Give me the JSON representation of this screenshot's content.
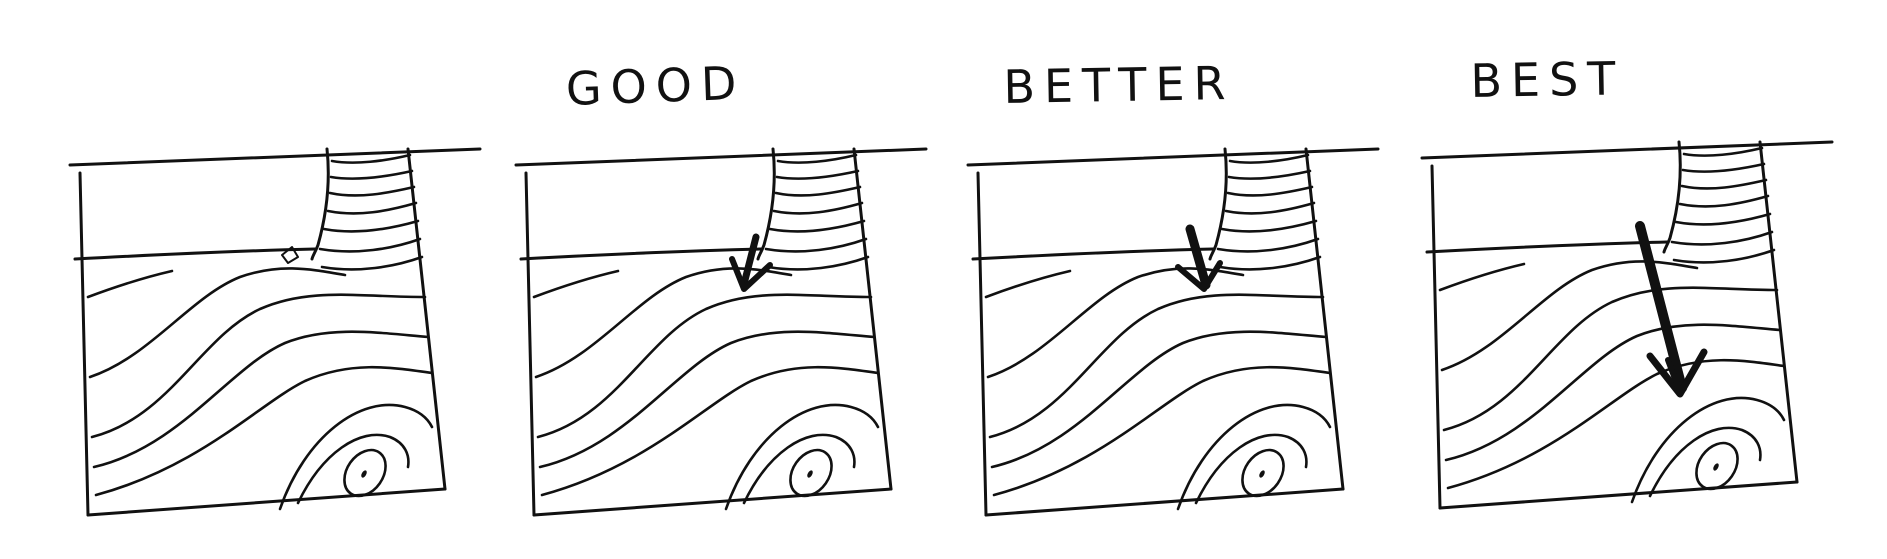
{
  "labels": {
    "panel1": "",
    "panel2": "GOOD",
    "panel3": "BETTER",
    "panel4": "BEST"
  },
  "panels": [
    {
      "id": "panel-1",
      "arrow": "none",
      "mark": "dot"
    },
    {
      "id": "panel-2",
      "arrow": "short"
    },
    {
      "id": "panel-3",
      "arrow": "short-thick"
    },
    {
      "id": "panel-4",
      "arrow": "long"
    }
  ],
  "colors": {
    "ink": "#111111",
    "background": "#ffffff"
  }
}
